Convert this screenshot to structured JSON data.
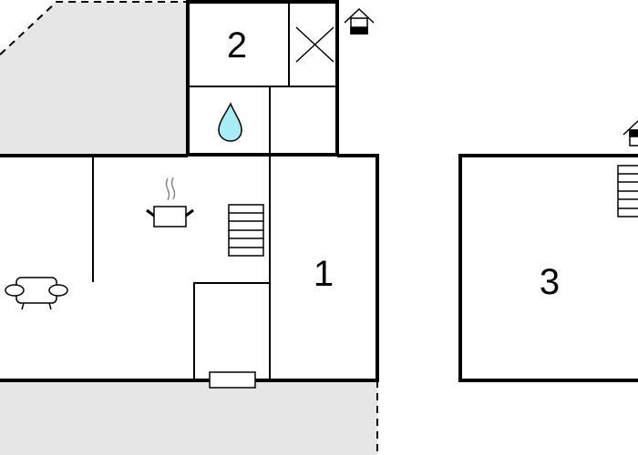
{
  "floorplan": {
    "rooms": [
      {
        "id": "room-1",
        "label": "1"
      },
      {
        "id": "room-2",
        "label": "2"
      },
      {
        "id": "room-3",
        "label": "3"
      }
    ],
    "icons": [
      "house-icon",
      "stairs-icon",
      "water-drop-icon",
      "cooking-pot-icon",
      "sofa-icon",
      "cross-void-icon",
      "door-icon"
    ],
    "colors": {
      "wall": "#000000",
      "terrace": "#e6e6e6",
      "water": "#a8ecf5"
    }
  }
}
